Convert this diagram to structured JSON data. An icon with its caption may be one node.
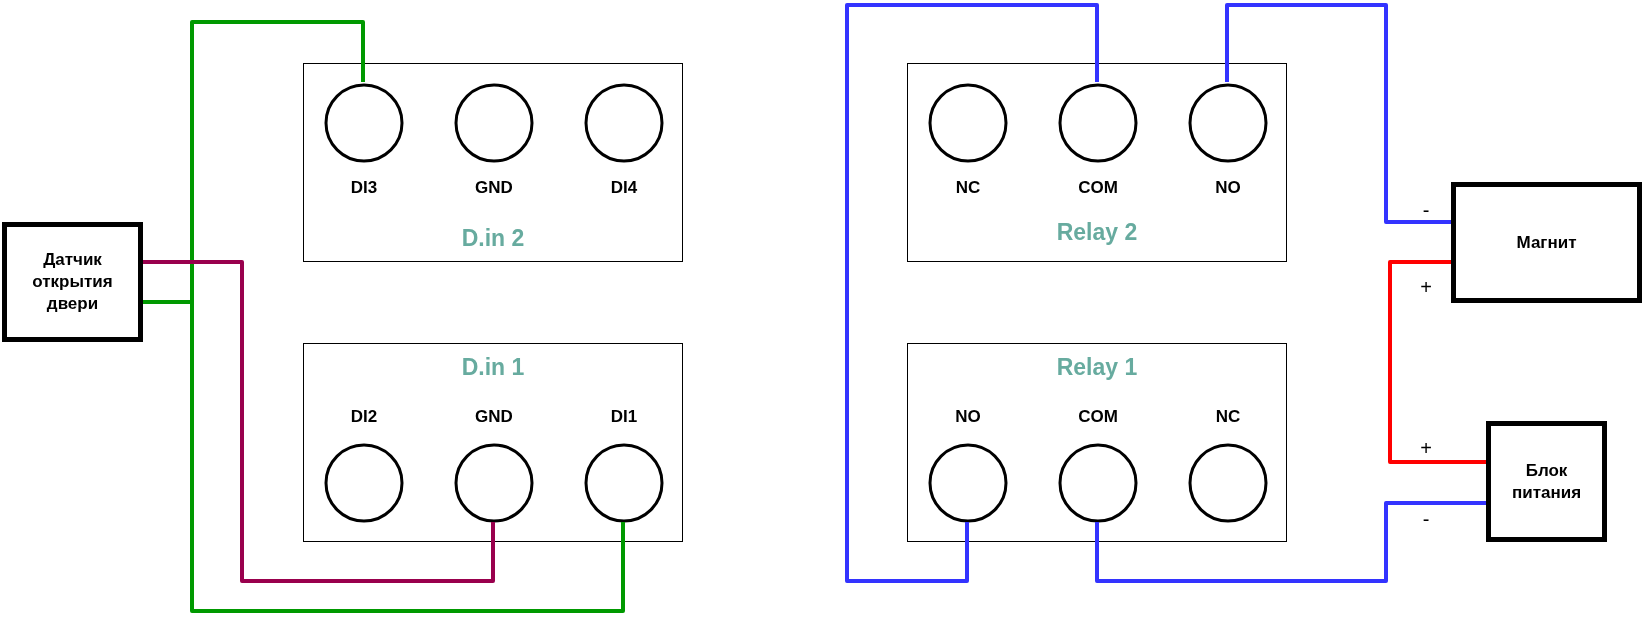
{
  "diagram": {
    "nodes": [
      {
        "text": [
          "Датчик открытия двери"
        ]
      },
      {
        "text": [
          "D.in 2"
        ]
      },
      {
        "text": [],
        "shape": "circle",
        "in": 1,
        "beside": [
          "DI3"
        ]
      },
      {
        "text": [],
        "shape": "circle",
        "in": 1,
        "beside": [
          "GND"
        ]
      },
      {
        "text": [],
        "shape": "circle",
        "in": 1,
        "beside": [
          "DI4"
        ]
      },
      {
        "text": [
          "D.in 1"
        ]
      },
      {
        "text": [],
        "shape": "circle",
        "in": 5,
        "beside": [
          "DI2"
        ]
      },
      {
        "text": [],
        "shape": "circle",
        "in": 5,
        "beside": [
          "GND"
        ]
      },
      {
        "text": [],
        "shape": "circle",
        "in": 5,
        "beside": [
          "DI1"
        ]
      },
      {
        "text": [
          "Relay 2"
        ]
      },
      {
        "text": [],
        "shape": "circle",
        "in": 9,
        "beside": [
          "NC"
        ]
      },
      {
        "text": [],
        "shape": "circle",
        "in": 9,
        "beside": [
          "COM"
        ]
      },
      {
        "text": [],
        "shape": "circle",
        "in": 9,
        "beside": [
          "NO"
        ]
      },
      {
        "text": [
          "Relay 1"
        ]
      },
      {
        "text": [],
        "shape": "circle",
        "in": 13,
        "beside": [
          "NO"
        ]
      },
      {
        "text": [],
        "shape": "circle",
        "in": 13,
        "beside": [
          "COM"
        ]
      },
      {
        "text": [],
        "shape": "circle",
        "in": 13,
        "beside": [
          "NC"
        ]
      },
      {
        "text": [
          "Магнит"
        ],
        "beside": [
          "-",
          "+"
        ]
      },
      {
        "text": [
          "Блок питания"
        ],
        "beside": [
          "+",
          "-"
        ]
      }
    ],
    "edges": [
      {
        "from": 0,
        "to": 2,
        "arrow": "none",
        "color": "#009900"
      },
      {
        "from": 0,
        "to": 8,
        "arrow": "none",
        "color": "#009900"
      },
      {
        "from": 0,
        "to": 7,
        "arrow": "none",
        "color": "#99004d"
      },
      {
        "from": 11,
        "to": 14,
        "arrow": "none",
        "color": "#3333ff"
      },
      {
        "from": 12,
        "to": 17,
        "arrow": "none",
        "color": "#3333ff"
      },
      {
        "from": 17,
        "to": 18,
        "arrow": "none",
        "color": "#ff0000"
      },
      {
        "from": 15,
        "to": 18,
        "arrow": "none",
        "color": "#3333ff"
      }
    ]
  }
}
